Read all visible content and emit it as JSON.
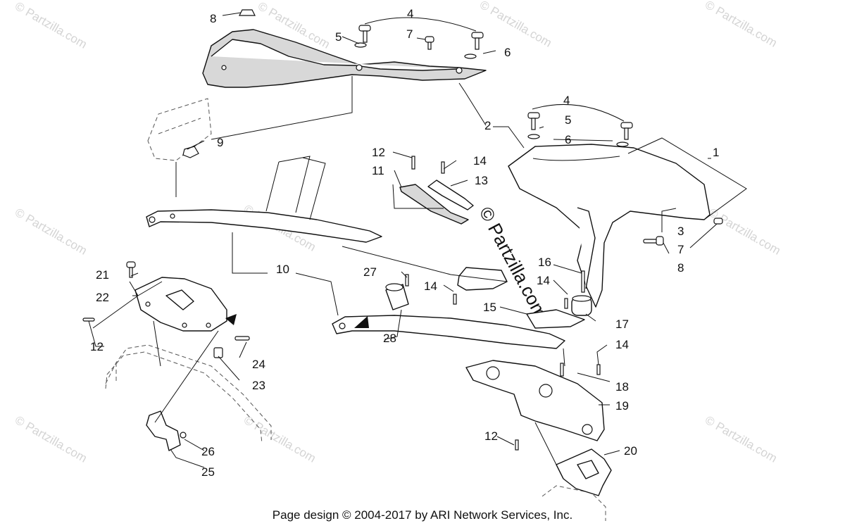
{
  "footer": {
    "copyright": "Page design © 2004-2017 by ARI Network Services, Inc."
  },
  "watermark": {
    "small": "© Partzilla.com",
    "large": "© Partzilla.com"
  },
  "callouts": {
    "c1": "1",
    "c2": "2",
    "c3": "3",
    "c4a": "4",
    "c4b": "4",
    "c5a": "5",
    "c5b": "5",
    "c6a": "6",
    "c6b": "6",
    "c7a": "7",
    "c7b": "7",
    "c8a": "8",
    "c8b": "8",
    "c9": "9",
    "c10": "10",
    "c11": "11",
    "c12a": "12",
    "c12b": "12",
    "c12c": "12",
    "c13": "13",
    "c14a": "14",
    "c14b": "14",
    "c14c": "14",
    "c14d": "14",
    "c15": "15",
    "c16": "16",
    "c17": "17",
    "c18": "18",
    "c19": "19",
    "c20": "20",
    "c21": "21",
    "c22": "22",
    "c23": "23",
    "c24": "24",
    "c25": "25",
    "c26": "26",
    "c27": "27",
    "c28": "28"
  },
  "colors": {
    "line": "#111111",
    "watermark": "#d4d4d4",
    "background": "#ffffff"
  }
}
